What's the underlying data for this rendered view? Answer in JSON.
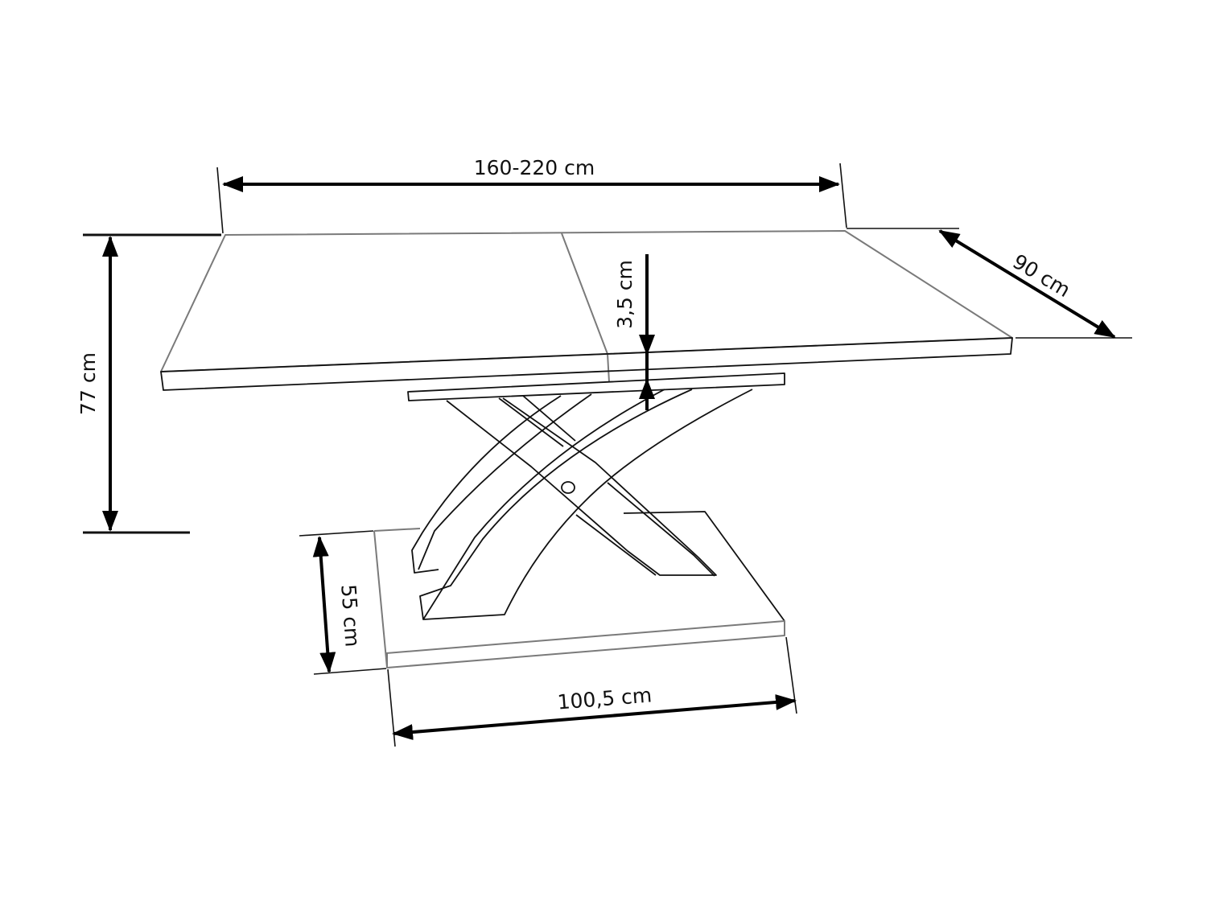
{
  "diagram": {
    "subject": "extendable dining table with X-shaped pedestal base",
    "colors": {
      "line": "#111111",
      "outline_gray": "#7a7a7a",
      "background": "#ffffff"
    }
  },
  "dimensions": {
    "length": {
      "label": "160-220 cm"
    },
    "width": {
      "label": "90 cm"
    },
    "top_thickness": {
      "label": "3,5 cm"
    },
    "height": {
      "label": "77 cm"
    },
    "base_depth": {
      "label": "55 cm"
    },
    "base_width": {
      "label": "100,5 cm"
    }
  }
}
